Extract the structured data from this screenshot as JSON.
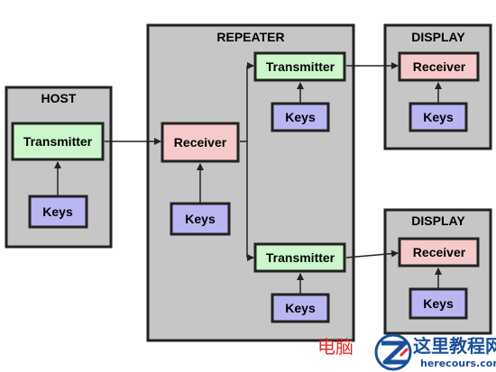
{
  "colors": {
    "container_fill": "#c6c6c6",
    "container_border": "#222222",
    "transmitter_fill": "#ccf7cc",
    "receiver_fill": "#f6caca",
    "keys_fill": "#b9b6f2",
    "node_border": "#222222",
    "arrow": "#222222"
  },
  "host": {
    "title": "HOST",
    "transmitter": "Transmitter",
    "keys": "Keys"
  },
  "repeater": {
    "title": "REPEATER",
    "receiver": "Receiver",
    "keys_center": "Keys",
    "transmitter_top": "Transmitter",
    "keys_top": "Keys",
    "transmitter_bottom": "Transmitter",
    "keys_bottom": "Keys"
  },
  "display_top": {
    "title": "DISPLAY",
    "receiver": "Receiver",
    "keys": "Keys"
  },
  "display_bottom": {
    "title": "DISPLAY",
    "receiver": "Receiver",
    "keys": "Keys"
  },
  "watermark": {
    "left_text": "电脑",
    "site_name": "这里教程网",
    "site_url": "herecours.com"
  }
}
